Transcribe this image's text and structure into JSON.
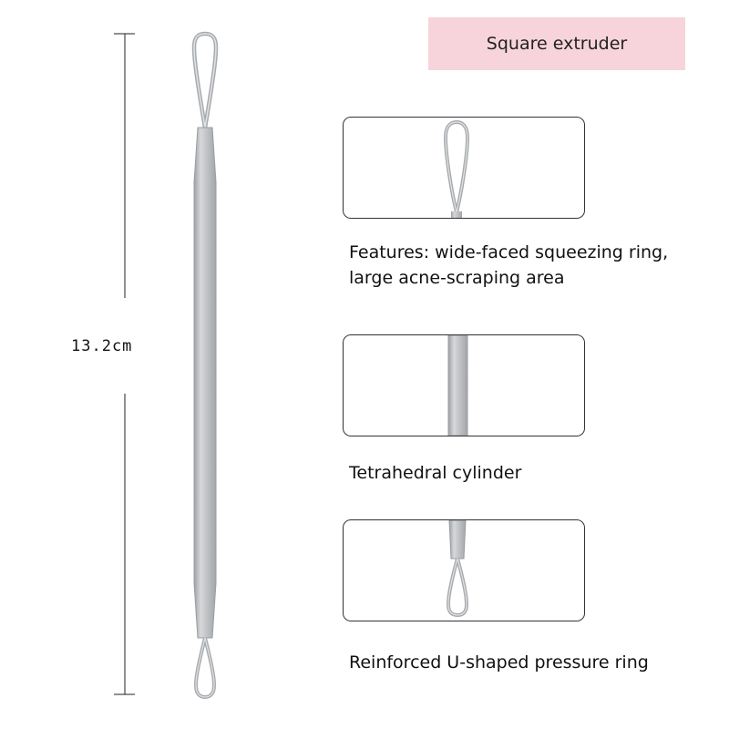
{
  "title": "Square extruder",
  "dimension": "13.2cm",
  "details": [
    {
      "caption_lines": [
        "Features: wide-faced squeezing ring,",
        "large acne-scraping area"
      ]
    },
    {
      "caption_lines": [
        "Tetrahedral cylinder"
      ]
    },
    {
      "caption_lines": [
        "Reinforced U-shaped pressure ring"
      ]
    }
  ]
}
